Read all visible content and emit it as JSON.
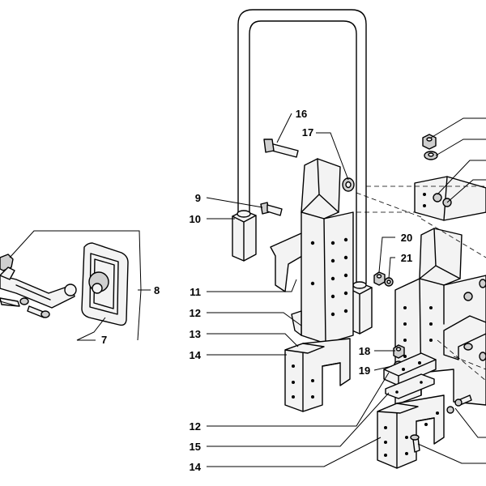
{
  "diagram": {
    "callouts": [
      {
        "id": "c16",
        "label": "16"
      },
      {
        "id": "c17",
        "label": "17"
      },
      {
        "id": "c9",
        "label": "9"
      },
      {
        "id": "c10",
        "label": "10"
      },
      {
        "id": "c8",
        "label": "8"
      },
      {
        "id": "c7",
        "label": "7"
      },
      {
        "id": "c11",
        "label": "11"
      },
      {
        "id": "c12a",
        "label": "12"
      },
      {
        "id": "c13",
        "label": "13"
      },
      {
        "id": "c14a",
        "label": "14"
      },
      {
        "id": "c20",
        "label": "20"
      },
      {
        "id": "c21",
        "label": "21"
      },
      {
        "id": "c18",
        "label": "18"
      },
      {
        "id": "c19",
        "label": "19"
      },
      {
        "id": "c12b",
        "label": "12"
      },
      {
        "id": "c15",
        "label": "15"
      },
      {
        "id": "c14b",
        "label": "14"
      }
    ]
  }
}
